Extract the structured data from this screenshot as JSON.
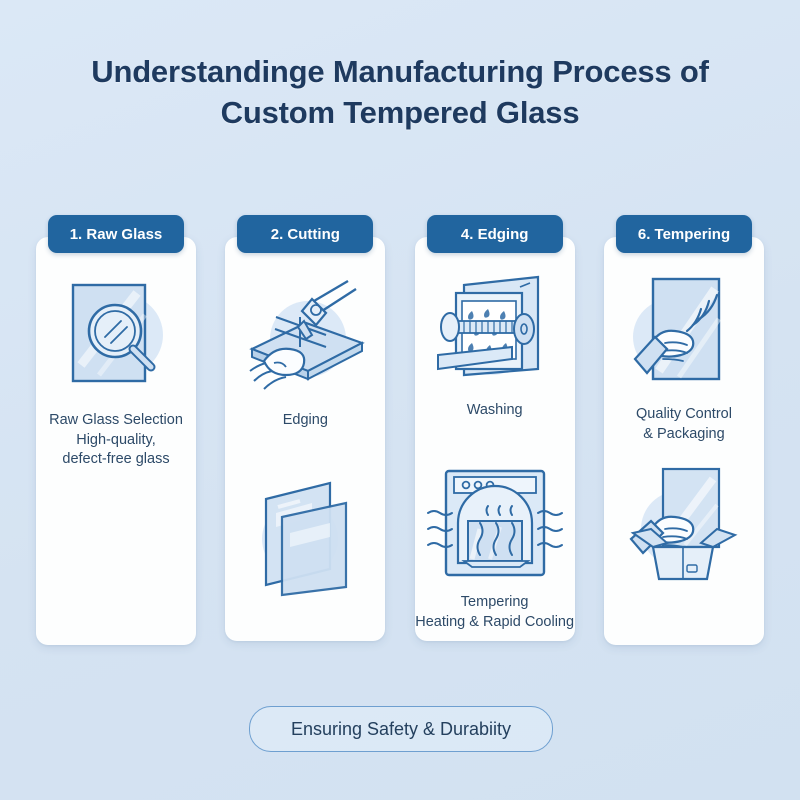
{
  "title": {
    "line1": "Understandinge Manufacturing Process of",
    "line2": "Custom Tempered Glass"
  },
  "colors": {
    "background": "#d6e4f3",
    "badge_blue": "#21659f",
    "title_navy": "#1e3a5f",
    "caption_slate": "#2d4a68",
    "line_blue": "#2f6ba5",
    "glass_fill": "#cfe0f2",
    "halo_blue": "#dce9f7",
    "pill_border": "#6e9fd0"
  },
  "columns": [
    {
      "badge": "1. Raw Glass",
      "icons": [
        {
          "name": "glass-inspection-icon",
          "alt": "glass pane with magnifying glass"
        }
      ],
      "captions": [
        {
          "lines": [
            "Raw Glass Selection",
            "High-quality,",
            "defect-free glass"
          ]
        }
      ]
    },
    {
      "badge": "2. Cutting",
      "icons": [
        {
          "name": "glass-cutting-icon",
          "alt": "cutting tool scoring a glass sheet"
        },
        {
          "name": "glass-panes-stack-icon",
          "alt": "stacked glass panes"
        }
      ],
      "captions": [
        {
          "lines": [
            "Edging"
          ]
        }
      ]
    },
    {
      "badge": "4. Edging",
      "icons": [
        {
          "name": "glass-washing-machine-icon",
          "alt": "washing machine with rollers and water droplets"
        },
        {
          "name": "tempering-furnace-icon",
          "alt": "furnace with heat waves and vents"
        }
      ],
      "captions": [
        {
          "lines": [
            "Washing"
          ]
        },
        {
          "lines": [
            "Tempering",
            "Heating & Rapid Cooling"
          ]
        }
      ]
    },
    {
      "badge": "6. Tempering",
      "icons": [
        {
          "name": "quality-inspection-icon",
          "alt": "gloved hand polishing a glass pane"
        },
        {
          "name": "packaging-box-icon",
          "alt": "gloved hand placing glass into a box"
        }
      ],
      "captions": [
        {
          "lines": [
            "Quality Control",
            "& Packaging"
          ]
        }
      ]
    }
  ],
  "footer": {
    "label": "Ensuring Safety & Durabiity"
  }
}
